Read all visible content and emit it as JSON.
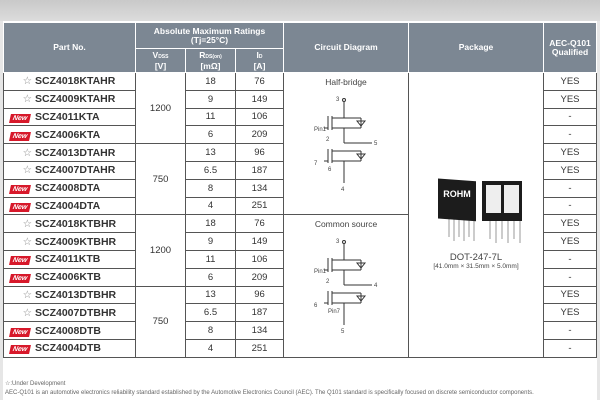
{
  "header": {
    "part_no": "Part No.",
    "abs_max": "Absolute Maximum Ratings",
    "abs_max_cond": "(Tj=25°C)",
    "vdss": "V",
    "vdss_sub": "DSS",
    "vdss_unit": "[V]",
    "rds": "R",
    "rds_sub": "DS(on)",
    "rds_unit": "[mΩ]",
    "id": "I",
    "id_sub": "D",
    "id_unit": "[A]",
    "circuit": "Circuit Diagram",
    "package": "Package",
    "aec": "AEC-Q101",
    "aec2": "Qualified"
  },
  "badge_new": "New",
  "star": "☆",
  "rows": [
    {
      "mark": "star",
      "part": "SCZ4018KTAHR",
      "r": "18",
      "id": "76",
      "aec": "YES"
    },
    {
      "mark": "star",
      "part": "SCZ4009KTAHR",
      "r": "9",
      "id": "149",
      "aec": "YES"
    },
    {
      "mark": "new",
      "part": "SCZ4011KTA",
      "r": "11",
      "id": "106",
      "aec": "-"
    },
    {
      "mark": "new",
      "part": "SCZ4006KTA",
      "r": "6",
      "id": "209",
      "aec": "-"
    },
    {
      "mark": "star",
      "part": "SCZ4013DTAHR",
      "r": "13",
      "id": "96",
      "aec": "YES"
    },
    {
      "mark": "star",
      "part": "SCZ4007DTAHR",
      "r": "6.5",
      "id": "187",
      "aec": "YES"
    },
    {
      "mark": "new",
      "part": "SCZ4008DTA",
      "r": "8",
      "id": "134",
      "aec": "-"
    },
    {
      "mark": "new",
      "part": "SCZ4004DTA",
      "r": "4",
      "id": "251",
      "aec": "-"
    },
    {
      "mark": "star",
      "part": "SCZ4018KTBHR",
      "r": "18",
      "id": "76",
      "aec": "YES"
    },
    {
      "mark": "star",
      "part": "SCZ4009KTBHR",
      "r": "9",
      "id": "149",
      "aec": "YES"
    },
    {
      "mark": "new",
      "part": "SCZ4011KTB",
      "r": "11",
      "id": "106",
      "aec": "-"
    },
    {
      "mark": "new",
      "part": "SCZ4006KTB",
      "r": "6",
      "id": "209",
      "aec": "-"
    },
    {
      "mark": "star",
      "part": "SCZ4013DTBHR",
      "r": "13",
      "id": "96",
      "aec": "YES"
    },
    {
      "mark": "star",
      "part": "SCZ4007DTBHR",
      "r": "6.5",
      "id": "187",
      "aec": "YES"
    },
    {
      "mark": "new",
      "part": "SCZ4008DTB",
      "r": "8",
      "id": "134",
      "aec": "-"
    },
    {
      "mark": "new",
      "part": "SCZ4004DTB",
      "r": "4",
      "id": "251",
      "aec": "-"
    }
  ],
  "vdss_groups": [
    "1200",
    "750",
    "1200",
    "750"
  ],
  "circuits": [
    {
      "label": "Half-bridge",
      "pins": [
        "3",
        "Pin1",
        "2",
        "5",
        "7",
        "6",
        "4"
      ]
    },
    {
      "label": "Common source",
      "pins": [
        "3",
        "Pin1",
        "2",
        "4",
        "6",
        "Pin7",
        "5"
      ]
    }
  ],
  "package": {
    "name": "DOT-247-7L",
    "dims": "[41.0mm × 31.5mm × 5.0mm]",
    "logo": "ROHM"
  },
  "footnotes": {
    "star": "☆:Under Development",
    "aec": "AEC-Q101 is an automotive electronics reliability standard established by the Automotive Electronics Council (AEC). The Q101 standard is specifically focused on discrete semiconductor components."
  },
  "colors": {
    "header": "#7c8793",
    "new_badge": "#d7182a"
  }
}
